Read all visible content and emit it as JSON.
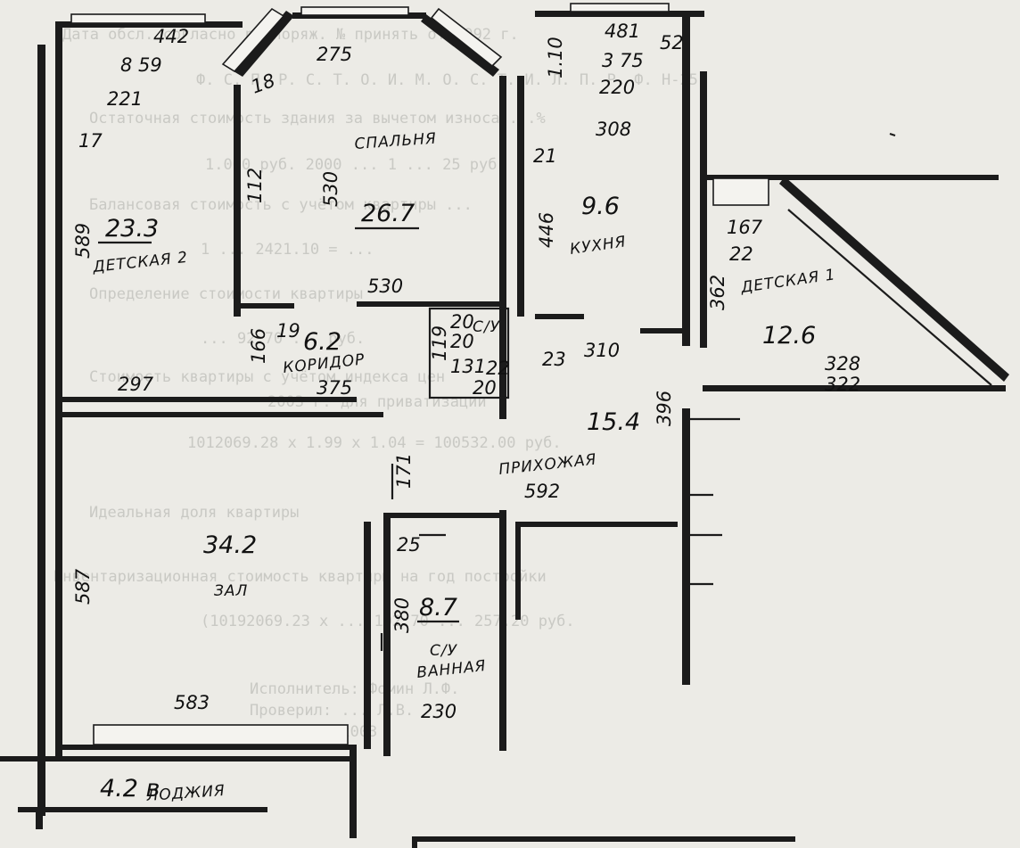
{
  "rooms": {
    "child2": {
      "name": "ДЕТСКАЯ 2",
      "area": "23.3"
    },
    "bedroom": {
      "name": "СПАЛЬНЯ",
      "area": "26.7"
    },
    "kitchen": {
      "name": "КУХНЯ",
      "area": "9.6"
    },
    "child1": {
      "name": "ДЕТСКАЯ 1",
      "area": "12.6"
    },
    "corridor": {
      "name": "КОРИДОР",
      "area": "6.2"
    },
    "hall": {
      "name": "ПРИХОЖАЯ",
      "area": "15.4"
    },
    "living": {
      "name": "ЗАЛ",
      "area": "34.2"
    },
    "bath": {
      "name": "С/У",
      "name2": "ВАННАЯ",
      "area": "8.7"
    },
    "wc": {
      "name": "С/У"
    },
    "loggia": {
      "name": "ЛОДЖИЯ",
      "area": "4.2 в"
    }
  },
  "dimensions": {
    "d442": "442",
    "d859": "8 59",
    "d221": "221",
    "d17": "17",
    "d589": "589",
    "d275": "275",
    "d18": "18",
    "d112": "112",
    "d530v": "530",
    "d530h": "530",
    "d110": "1.10",
    "d481": "481",
    "d52": "52",
    "d375": "3 75",
    "d220": "220",
    "d308": "308",
    "d21": "21",
    "d446": "446",
    "d167": "167",
    "d22": "22",
    "d362": "362",
    "d328": "328",
    "d322": "322",
    "d19": "19",
    "d166": "166",
    "d375b": "375",
    "d297": "297",
    "d20a": "20",
    "d20b": "20",
    "d131": "131",
    "d22b": "22",
    "d20c": "20",
    "d119": "119",
    "d23": "23",
    "d310": "310",
    "d396": "396",
    "d171": "171",
    "d592": "592",
    "d25": "25",
    "d587": "587",
    "d380": "380",
    "d583": "583",
    "d230": "230"
  },
  "background_text": {
    "l1": "Дата обсл. согласно распоряж. № принять от 1992 г.",
    "l2": "Ф. С. П. Р. С. Т. О. И. М. О. С. Т. И. Л. П. Р. Ф. Н-25",
    "l3": "Остаточная стоимость здания за вычетом износа ...%",
    "l4": "1.000 руб. 2000 ... 1 ... 25 руб.",
    "l5": "Балансовая стоимость с учётом квартиры ...",
    "l6": "1 ... 2421.10 = ...",
    "l7": "Определение стоимости квартиры",
    "l8": "... 92.70 ... руб.",
    "l9": "Стоимость квартиры с учётом индекса цен",
    "l10": "2003 г. для приватизации",
    "l11": "1012069.28 x 1.99 x 1.04 = 100532.00 руб.",
    "l12": "Идеальная доля квартиры",
    "l13": "Инвентаризационная стоимость квартиры на год постройки",
    "l14": "(10192069.23 x ... 102.70 ... 257.20 руб.",
    "l15": "Исполнитель: Фомин Л.Ф.",
    "l16": "Проверил: ... Л.В.",
    "l17": "Дата: ... 2003"
  }
}
